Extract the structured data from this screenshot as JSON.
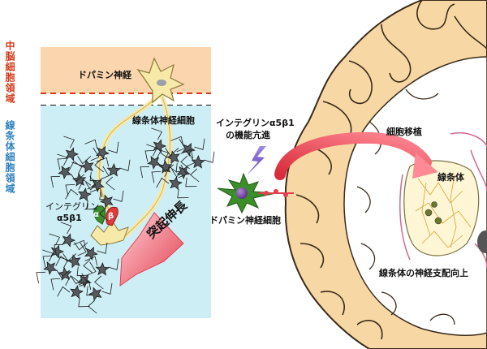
{
  "colors": {
    "midbrain_region": "#fbd5ad",
    "striatum_region": "#cdeef5",
    "midbrain_label": "#d23a1a",
    "striatum_label": "#2b7fc0",
    "arrow_red": "#e2404e",
    "neuron_green": "#3b8e2a",
    "soma_purple": "#6b3a9a",
    "brain_cortex": "#f7d7a4",
    "brain_white_matter": "#ffffff"
  },
  "labels": {
    "midbrain_region": "中脳細胞領域",
    "striatal_region": "線条体細胞領域",
    "dopamine_nerve": "ドパミン神経",
    "striatal_nerve_cells": "線条体神経細胞",
    "integrin": "インテグリン",
    "integrin_sub": "α5β1",
    "alpha": "α",
    "beta": "β",
    "neurite_outgrowth": "突起伸長",
    "integrin_enhancement_line1": "インテグリンα5β1",
    "integrin_enhancement_line2": "の機能亢進",
    "dopamine_neuron": "ドパミン神経細胞",
    "cell_transplant": "細胞移植",
    "striatum": "線条体",
    "striatal_innervation": "線条体の神経支配向上"
  },
  "icons": [
    "dopamine-neuron-icon",
    "integrin-receptor-icon",
    "lightning-bolt-icon",
    "transplant-arrow-icon",
    "brain-section-icon"
  ]
}
